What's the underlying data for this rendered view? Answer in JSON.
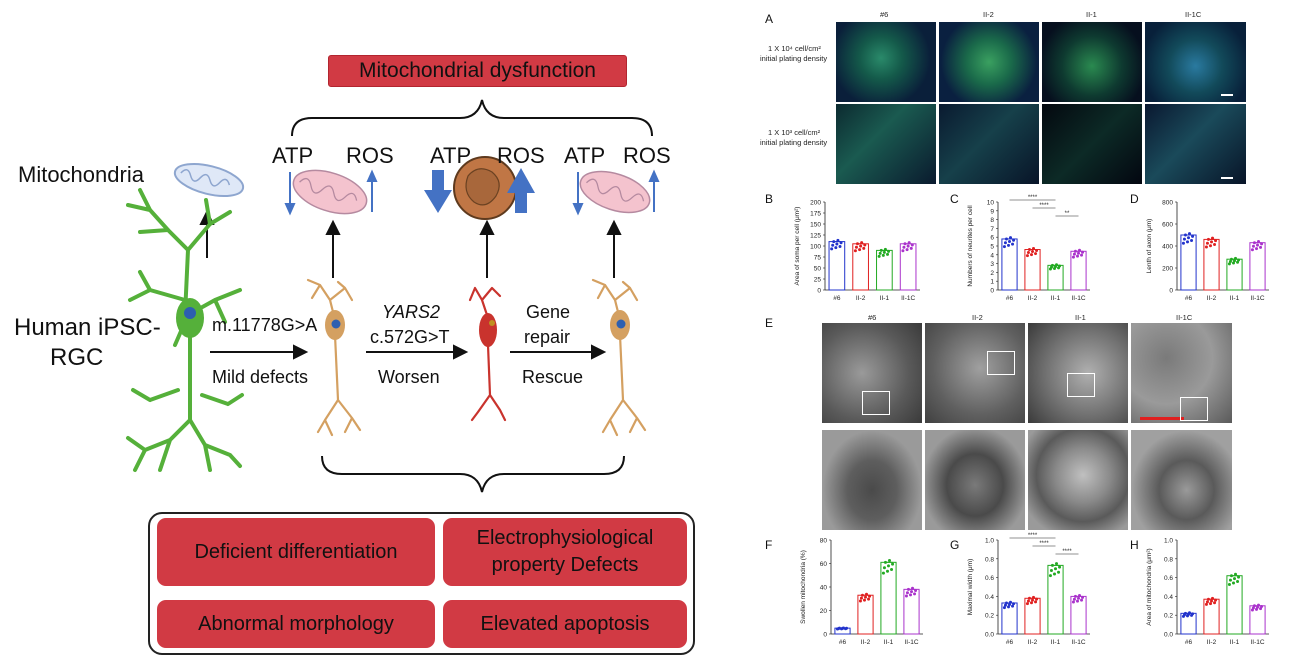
{
  "schematic": {
    "top_box": "Mitochondrial dysfunction",
    "mito_label": "Mitochondria",
    "cell_label_1": "Human iPSC-",
    "cell_label_2": "RGC",
    "atp": "ATP",
    "ros": "ROS",
    "mutation_1": "m.11778G>A",
    "step_1": "Mild defects",
    "gene_italic": "YARS2",
    "mutation_2": "c.572G>T",
    "step_2": "Worsen",
    "repair_1": "Gene",
    "repair_2": "repair",
    "step_3": "Rescue",
    "outcomes": [
      "Deficient differentiation",
      "Electrophysiological property Defects",
      "Abnormal morphology",
      "Elevated apoptosis"
    ],
    "colors": {
      "red_box": "#d13a44",
      "arrow_blue": "#4472c4",
      "neuron_green": "#55b03a",
      "neuron_tan": "#d4a061",
      "neuron_red": "#c9332d"
    }
  },
  "figure": {
    "panel_A": "A",
    "panel_B": "B",
    "panel_C": "C",
    "panel_D": "D",
    "panel_E": "E",
    "panel_F": "F",
    "panel_G": "G",
    "panel_H": "H",
    "groups": [
      "#6",
      "II-2",
      "II-1",
      "II-1C"
    ],
    "row_1a": "1 X 10⁴ cell/cm²",
    "row_1b": "initial plating density",
    "row_2a": "1 X 10³ cell/cm²",
    "row_2b": "initial plating density"
  },
  "chart_data": [
    {
      "type": "bar",
      "panel": "B",
      "categories": [
        "#6",
        "II-2",
        "II-1",
        "II-1C"
      ],
      "values": [
        110,
        105,
        90,
        105
      ],
      "ylabel": "Area of soma per cell (μm²)",
      "ylim": [
        0,
        200
      ],
      "yticks": [
        "0",
        "25",
        "50",
        "75",
        "100",
        "125",
        "150",
        "175",
        "200"
      ],
      "colors": [
        "#2233cc",
        "#e02020",
        "#22aa22",
        "#aa33cc"
      ]
    },
    {
      "type": "bar",
      "panel": "C",
      "categories": [
        "#6",
        "II-2",
        "II-1",
        "II-1C"
      ],
      "values": [
        5.8,
        4.6,
        2.8,
        4.4
      ],
      "ylabel": "Numbers of neurites per cell",
      "ylim": [
        0,
        10
      ],
      "yticks": [
        "0",
        "1",
        "2",
        "3",
        "4",
        "5",
        "6",
        "7",
        "8",
        "9",
        "10"
      ],
      "annotations": [
        "****",
        "****",
        "**"
      ],
      "colors": [
        "#2233cc",
        "#e02020",
        "#22aa22",
        "#aa33cc"
      ]
    },
    {
      "type": "bar",
      "panel": "D",
      "categories": [
        "#6",
        "II-2",
        "II-1",
        "II-1C"
      ],
      "values": [
        500,
        460,
        280,
        430
      ],
      "ylabel": "Lenth of axon (μm)",
      "ylim": [
        0,
        800
      ],
      "yticks": [
        "0",
        "200",
        "400",
        "600",
        "800"
      ],
      "colors": [
        "#2233cc",
        "#e02020",
        "#22aa22",
        "#aa33cc"
      ]
    },
    {
      "type": "bar",
      "panel": "F",
      "categories": [
        "#6",
        "II-2",
        "II-1",
        "II-1C"
      ],
      "values": [
        5,
        33,
        61,
        38
      ],
      "ylabel": "Swollen mitochondria (%)",
      "ylim": [
        0,
        80
      ],
      "yticks": [
        "0",
        "20",
        "40",
        "60",
        "80"
      ],
      "colors": [
        "#2233cc",
        "#e02020",
        "#22aa22",
        "#aa33cc"
      ]
    },
    {
      "type": "bar",
      "panel": "G",
      "categories": [
        "#6",
        "II-2",
        "II-1",
        "II-1C"
      ],
      "values": [
        0.33,
        0.38,
        0.73,
        0.4
      ],
      "ylabel": "Maximal width (μm)",
      "ylim": [
        0,
        1.0
      ],
      "yticks": [
        "0.0",
        "0.2",
        "0.4",
        "0.6",
        "0.8",
        "1.0"
      ],
      "annotations": [
        "****",
        "****",
        "****"
      ],
      "colors": [
        "#2233cc",
        "#e02020",
        "#22aa22",
        "#aa33cc"
      ]
    },
    {
      "type": "bar",
      "panel": "H",
      "categories": [
        "#6",
        "II-2",
        "II-1",
        "II-1C"
      ],
      "values": [
        0.22,
        0.37,
        0.62,
        0.3
      ],
      "ylabel": "Area of mitochondria (μm²)",
      "ylim": [
        0,
        1.0
      ],
      "yticks": [
        "0.0",
        "0.2",
        "0.4",
        "0.6",
        "0.8",
        "1.0"
      ],
      "colors": [
        "#2233cc",
        "#e02020",
        "#22aa22",
        "#aa33cc"
      ]
    }
  ]
}
